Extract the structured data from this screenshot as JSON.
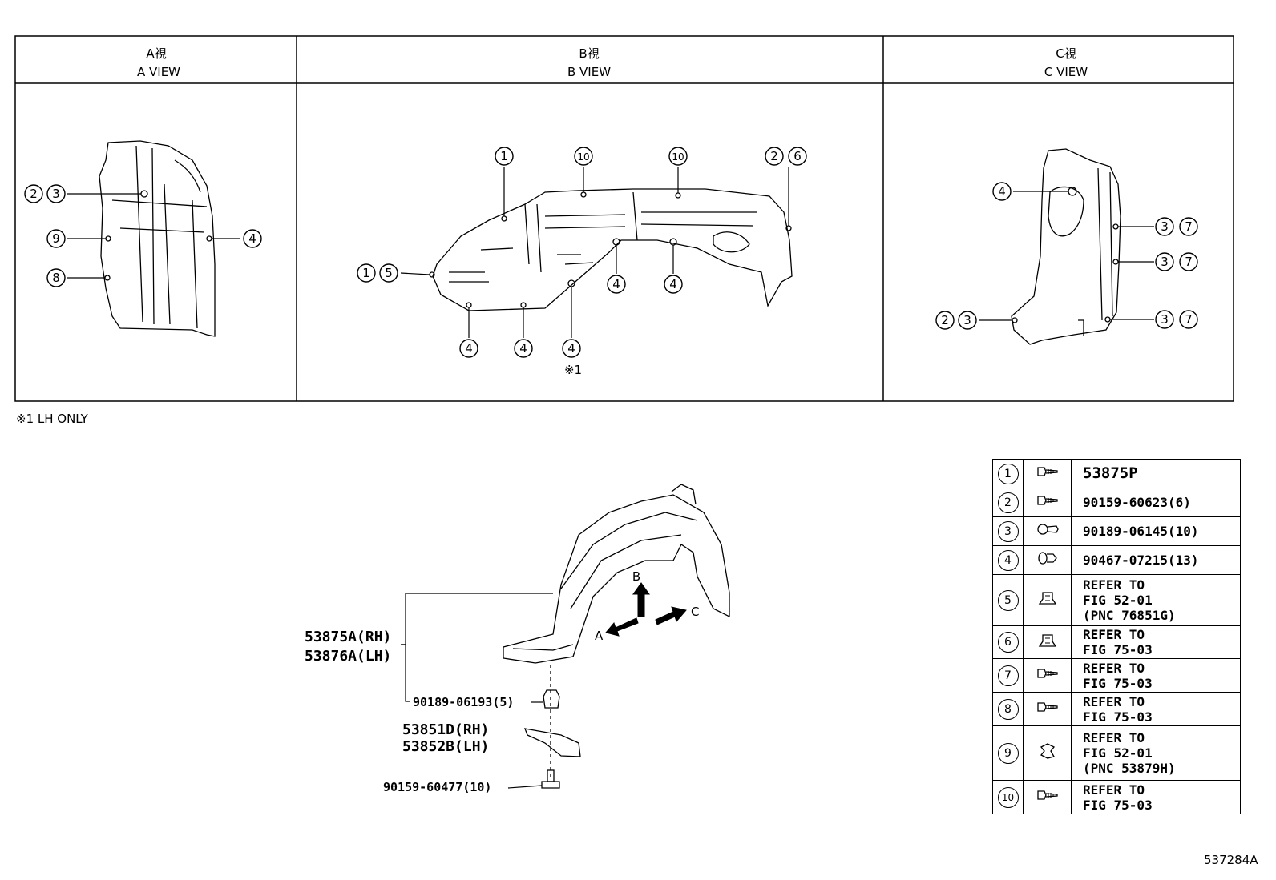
{
  "views": [
    {
      "jp": "A視",
      "en": "A VIEW"
    },
    {
      "jp": "B視",
      "en": "B VIEW"
    },
    {
      "jp": "C視",
      "en": "C VIEW"
    }
  ],
  "callouts": {
    "a_left_top": [
      "2",
      "3"
    ],
    "a_left_mid": "9",
    "a_left_low": "8",
    "a_right": "4",
    "b_top1": "1",
    "b_top10a": "10",
    "b_top10b": "10",
    "b_top26": [
      "2",
      "6"
    ],
    "b_left": [
      "1",
      "5"
    ],
    "b_mid4a": "4",
    "b_mid4b": "4",
    "b_bot4a": "4",
    "b_bot4b": "4",
    "b_bot4c": "4",
    "b_bot_note": "※1",
    "c_top4": "4",
    "c_right1": [
      "3",
      "7"
    ],
    "c_right2": [
      "3",
      "7"
    ],
    "c_right3": [
      "3",
      "7"
    ],
    "c_left": [
      "2",
      "3"
    ]
  },
  "note": "※1 LH ONLY",
  "parts": {
    "liner_rh": "53875A(RH)",
    "liner_lh": "53876A(LH)",
    "clip": "90189-06193(5)",
    "seal_rh": "53851D(RH)",
    "seal_lh": "53852B(LH)",
    "screw": "90159-60477(10)"
  },
  "arrows": {
    "a": "A",
    "b": "B",
    "c": "C"
  },
  "legend": [
    {
      "num": "1",
      "icon": "screw-icon",
      "text": "53875P"
    },
    {
      "num": "2",
      "icon": "screw-icon",
      "text": "90159-60623(6)"
    },
    {
      "num": "3",
      "icon": "clip-icon",
      "text": "90189-06145(10)"
    },
    {
      "num": "4",
      "icon": "rivet-icon",
      "text": "90467-07215(13)"
    },
    {
      "num": "5",
      "icon": "nut-clip-icon",
      "text": "REFER TO\nFIG 52-01\n(PNC 76851G)"
    },
    {
      "num": "6",
      "icon": "nut-clip-icon",
      "text": "REFER TO\nFIG 75-03"
    },
    {
      "num": "7",
      "icon": "screw-icon",
      "text": "REFER TO\nFIG 75-03"
    },
    {
      "num": "8",
      "icon": "screw-icon",
      "text": "REFER TO\nFIG 75-03"
    },
    {
      "num": "9",
      "icon": "push-clip-icon",
      "text": "REFER TO\nFIG 52-01\n(PNC 53879H)"
    },
    {
      "num": "10",
      "icon": "screw-icon",
      "text": "REFER TO\nFIG 75-03"
    }
  ],
  "figure_id": "537284A"
}
